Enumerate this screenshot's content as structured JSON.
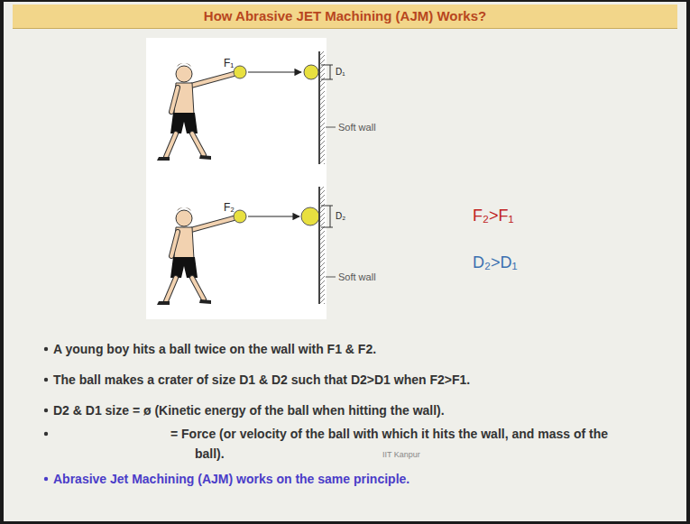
{
  "diagram": {
    "title": "How Abrasive JET Machining (AJM) Works?",
    "labels": [
      "F₁",
      "D₁",
      "Soft wall",
      "F₂",
      "D₂",
      "Soft wall",
      "F₂>F₁",
      "D₂>D₁",
      "A young boy hits a ball twice on the wall with F1 & F2.",
      "The ball makes a crater of size D1 & D2 such that D2>D1 when F2>F1.",
      "D2 & D1 size = ø (Kinetic energy of the ball when hitting the wall).",
      "= Force (or velocity of the ball with which it hits the wall, and mass of the ball).",
      "IIT Kanpur",
      "Abrasive Jet Machining (AJM) works on the same principle."
    ]
  }
}
